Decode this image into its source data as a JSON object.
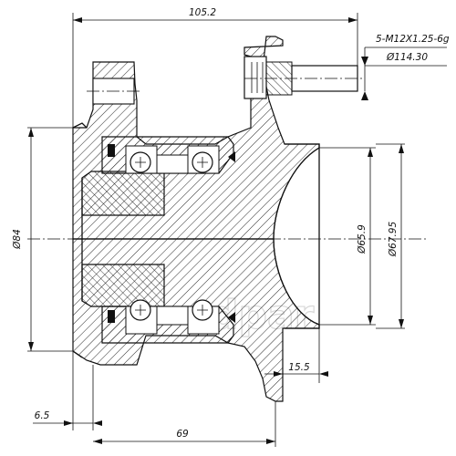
{
  "drawing": {
    "dimensions": {
      "overall_length": "105.2",
      "stud_thread": "5-M12X1.25-6g",
      "bolt_circle": "Ø114.30",
      "outer_diameter": "Ø84",
      "bore_diameter_1": "Ø65.9",
      "bore_diameter_2": "Ø67.95",
      "flange_step": "15.5",
      "left_offset": "6.5",
      "body_length": "69"
    },
    "watermark": "dpar"
  }
}
